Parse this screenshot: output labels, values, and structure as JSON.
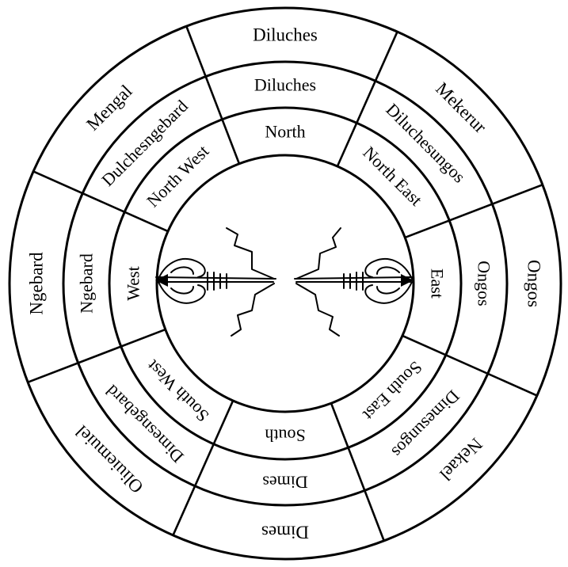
{
  "directions": [
    {
      "key": "north",
      "inner": "North",
      "middle": "Diluches",
      "outer": "Diluches"
    },
    {
      "key": "north-east",
      "inner": "North East",
      "middle": "Diluchesungos",
      "outer": "Mekerur"
    },
    {
      "key": "east",
      "inner": "East",
      "middle": "Ongos",
      "outer": "Ongos"
    },
    {
      "key": "south-east",
      "inner": "South East",
      "middle": "Dimesungos",
      "outer": "Nekael"
    },
    {
      "key": "south",
      "inner": "South",
      "middle": "Dimes",
      "outer": "Dimes"
    },
    {
      "key": "south-west",
      "inner": "South West",
      "middle": "Dimesngebard",
      "outer": "Oliuiemuiel"
    },
    {
      "key": "west",
      "inner": "West",
      "middle": "Ngebard",
      "outer": "Ngebard"
    },
    {
      "key": "north-west",
      "inner": "North West",
      "middle": "Dulchesngebard",
      "outer": "Mengal"
    }
  ],
  "center_emblem": "two facing ornamental arrow glyphs"
}
